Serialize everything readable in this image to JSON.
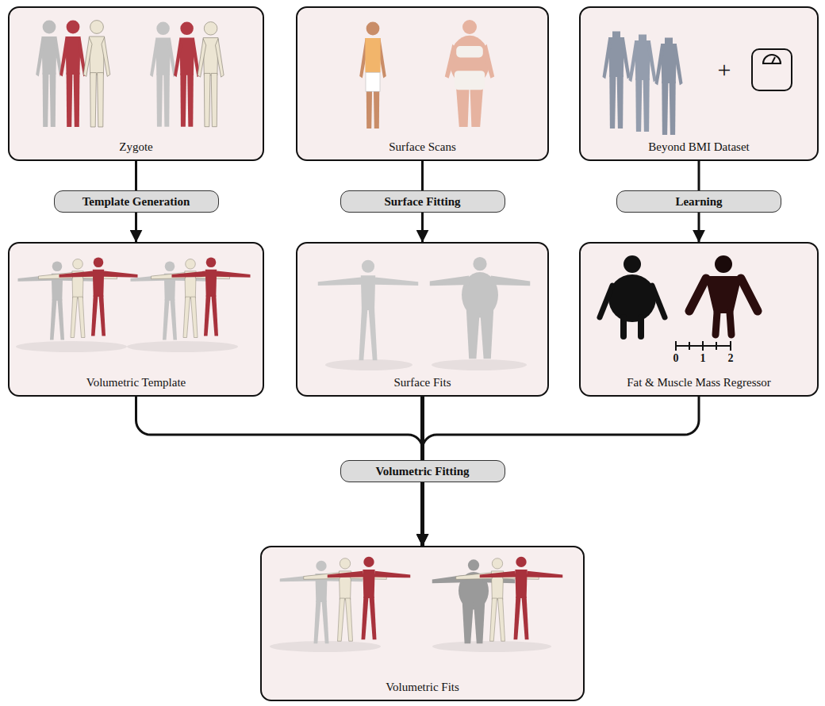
{
  "diagram": {
    "nodes": [
      {
        "text": [
          "Zygote"
        ]
      },
      {
        "text": [
          "Surface Scans"
        ]
      },
      {
        "text": [
          "Beyond BMI Dataset"
        ]
      },
      {
        "text": [
          "Volumetric Template"
        ]
      },
      {
        "text": [
          "Surface Fits"
        ]
      },
      {
        "text": [
          "Fat & Muscle Mass Regressor"
        ]
      },
      {
        "text": [
          "Volumetric Fits"
        ]
      }
    ],
    "edges": [
      {
        "from": 0,
        "to": 3,
        "arrow": "to",
        "label": "Template Generation"
      },
      {
        "from": 1,
        "to": 4,
        "arrow": "to",
        "label": "Surface Fitting"
      },
      {
        "from": 2,
        "to": 5,
        "arrow": "to",
        "label": "Learning"
      },
      {
        "from": 3,
        "to": 6,
        "arrow": "to"
      },
      {
        "from": 4,
        "to": 6,
        "arrow": "to",
        "label": "Volumetric Fitting"
      },
      {
        "from": 5,
        "to": 6,
        "arrow": "to"
      }
    ],
    "labels": [
      "+",
      "0",
      "1",
      "2"
    ]
  }
}
